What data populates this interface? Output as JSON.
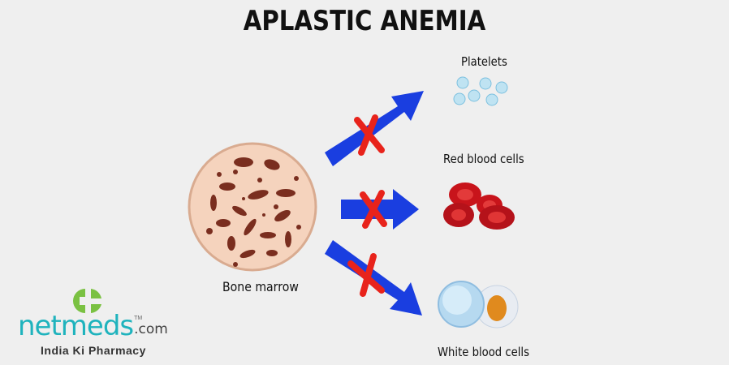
{
  "title": "APLASTIC ANEMIA",
  "labels": {
    "source": "Bone marrow",
    "platelets": "Platelets",
    "red_blood_cells": "Red blood cells",
    "white_blood_cells": "White blood cells"
  },
  "logo": {
    "word": "netmeds",
    "domain": ".com",
    "tm": "TM",
    "tagline": "India Ki Pharmacy"
  },
  "colors": {
    "arrow": "#1a3ee0",
    "cross": "#e8231b",
    "marrow": "#f5d3bd",
    "marrow_holes": "#7a2e1f",
    "logo_teal": "#1fb3bd",
    "logo_green": "#7ac142"
  }
}
